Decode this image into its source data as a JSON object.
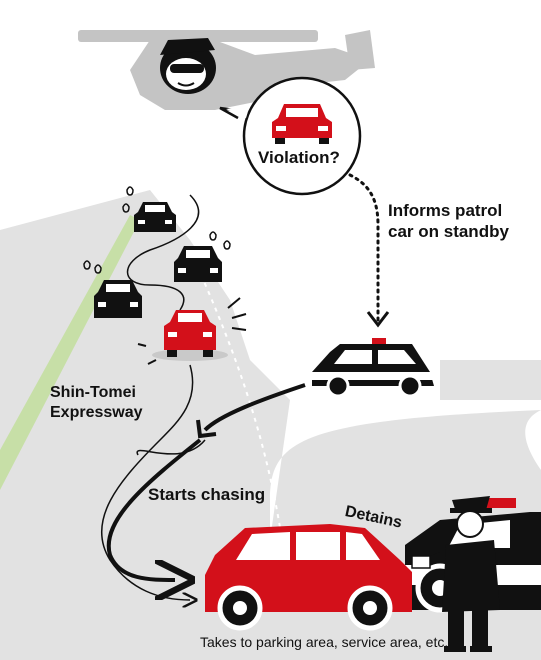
{
  "labels": {
    "violation": "Violation?",
    "informs_line1": "Informs patrol",
    "informs_line2": "car on standby",
    "road_line1": "Shin-Tomei",
    "road_line2": "Expressway",
    "chasing": "Starts chasing",
    "detains": "Detains",
    "caption": "Takes to parking area, service area, etc."
  },
  "colors": {
    "red": "#d3101a",
    "black": "#111111",
    "road": "#e2e2e2",
    "helicopter": "#c4c4c4",
    "grass": "#c7dfa7"
  },
  "icons": [
    "helicopter-icon",
    "pilot-icon",
    "speech-bubble",
    "violating-car-icon",
    "patrol-car-icon",
    "police-officer-icon",
    "sweat-drop-icon"
  ]
}
